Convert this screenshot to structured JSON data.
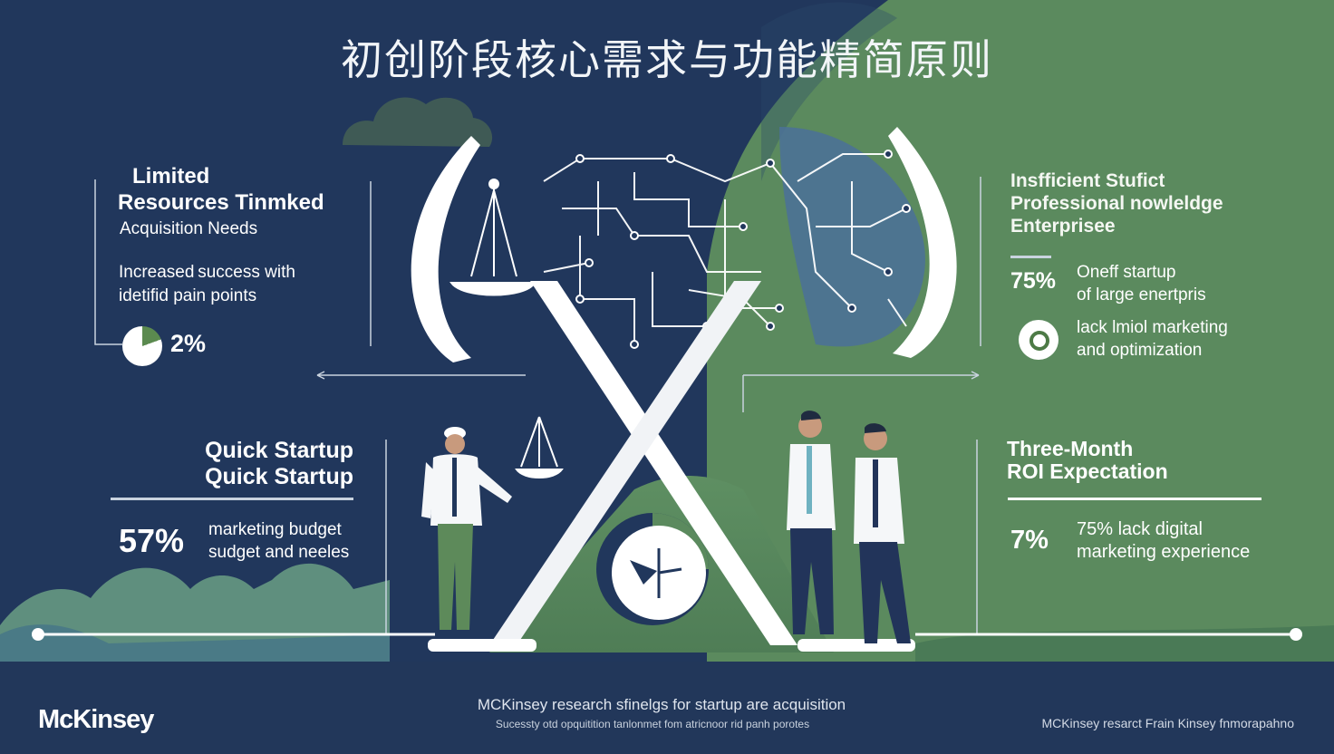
{
  "title": "初创阶段核心需求与功能精简原则",
  "left_top": {
    "heading_line1": "Limited",
    "heading_line2": "Resources Tinmked",
    "subheading": "Acquisition Needs",
    "body_line1": "Increased success with",
    "body_line2": "idetifid pain points",
    "stat": "2%"
  },
  "left_bottom": {
    "heading_line1": "Quick Startup",
    "heading_line2": "Quick Startup",
    "stat": "57%",
    "body_line1": "marketing budget",
    "body_line2": "sudget and neeles"
  },
  "right_top": {
    "heading_line1": "Insfficient Stufict",
    "heading_line2": "Professional nowleldge",
    "heading_line3": "Enterprisee",
    "stat": "75%",
    "body_line1": "Oneff startup",
    "body_line2": "of  large enertpris",
    "body2_line1": "lack lmiol marketing",
    "body2_line2": "and optimization"
  },
  "right_bottom": {
    "heading_line1": "Three-Month",
    "heading_line2": "ROI Expectation",
    "stat": "7%",
    "body_line1": "75% lack digital",
    "body_line2": "marketing experience"
  },
  "footer": {
    "brand": "McKinsey",
    "line1": "MCKinsey research sfinelgs for startup are acquisition",
    "line2": "Sucessty otd opquitition tanlonmet fom atricnoor rid panh porotes",
    "credit": "MCKinsey resarct Frain Kinsey fnmorapahno"
  },
  "colors": {
    "navy": "#21375c",
    "green": "#5b8a5e",
    "steel_blue": "#4a6e96",
    "white": "#ffffff"
  }
}
